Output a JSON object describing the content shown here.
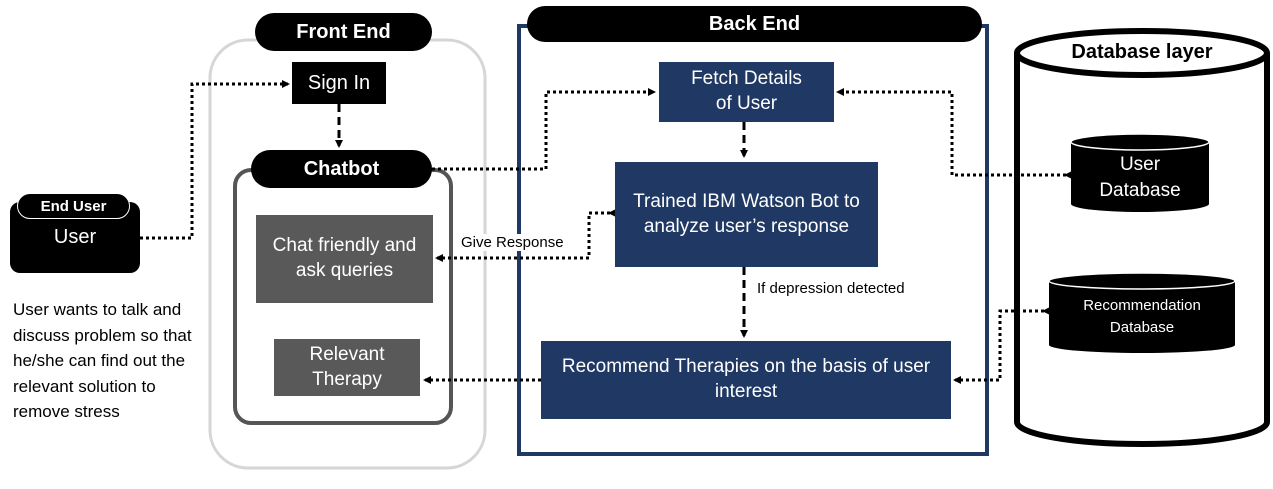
{
  "end_user": {
    "title": "End User",
    "label": "User",
    "note": "User wants to talk and discuss problem so that he/she can find out the relevant solution to remove stress"
  },
  "front_end": {
    "title": "Front End",
    "sign_in": "Sign In",
    "chatbot": {
      "title": "Chatbot",
      "chat_box": "Chat friendly and ask queries",
      "therapy_box": "Relevant Therapy"
    }
  },
  "back_end": {
    "title": "Back End",
    "fetch": "Fetch Details of User",
    "watson": "Trained IBM Watson Bot to analyze user’s response",
    "recommend": "Recommend Therapies on the basis of user interest"
  },
  "database_layer": {
    "title": "Database layer",
    "user_db": "User Database",
    "rec_db": "Recommendation Database"
  },
  "edges": {
    "give_response": "Give Response",
    "depression": "If depression detected"
  },
  "colors": {
    "navy": "#1f3864",
    "gray": "#595959",
    "black": "#000000"
  }
}
